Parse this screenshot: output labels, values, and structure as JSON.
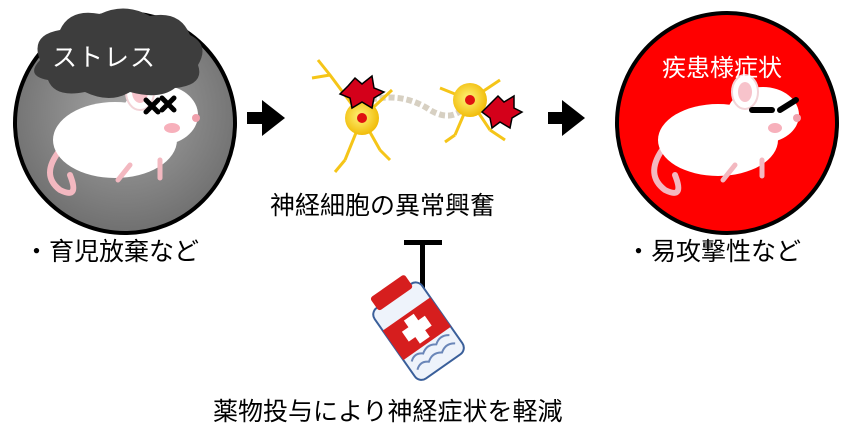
{
  "stress_label": "ストレス",
  "neuron_caption": "神経細胞の異常興奮",
  "left_caption": "・育児放棄など",
  "disease_label": "疾患様症状",
  "right_caption": "・易攻撃性など",
  "drug_caption": "薬物投与により神経症状を軽減",
  "colors": {
    "stress_circle": "#7b7b7b",
    "disease_circle": "#ff0000",
    "cloud": "#3d3d3d",
    "neuron_body": "#f5c518",
    "burst": "#d4001a"
  }
}
